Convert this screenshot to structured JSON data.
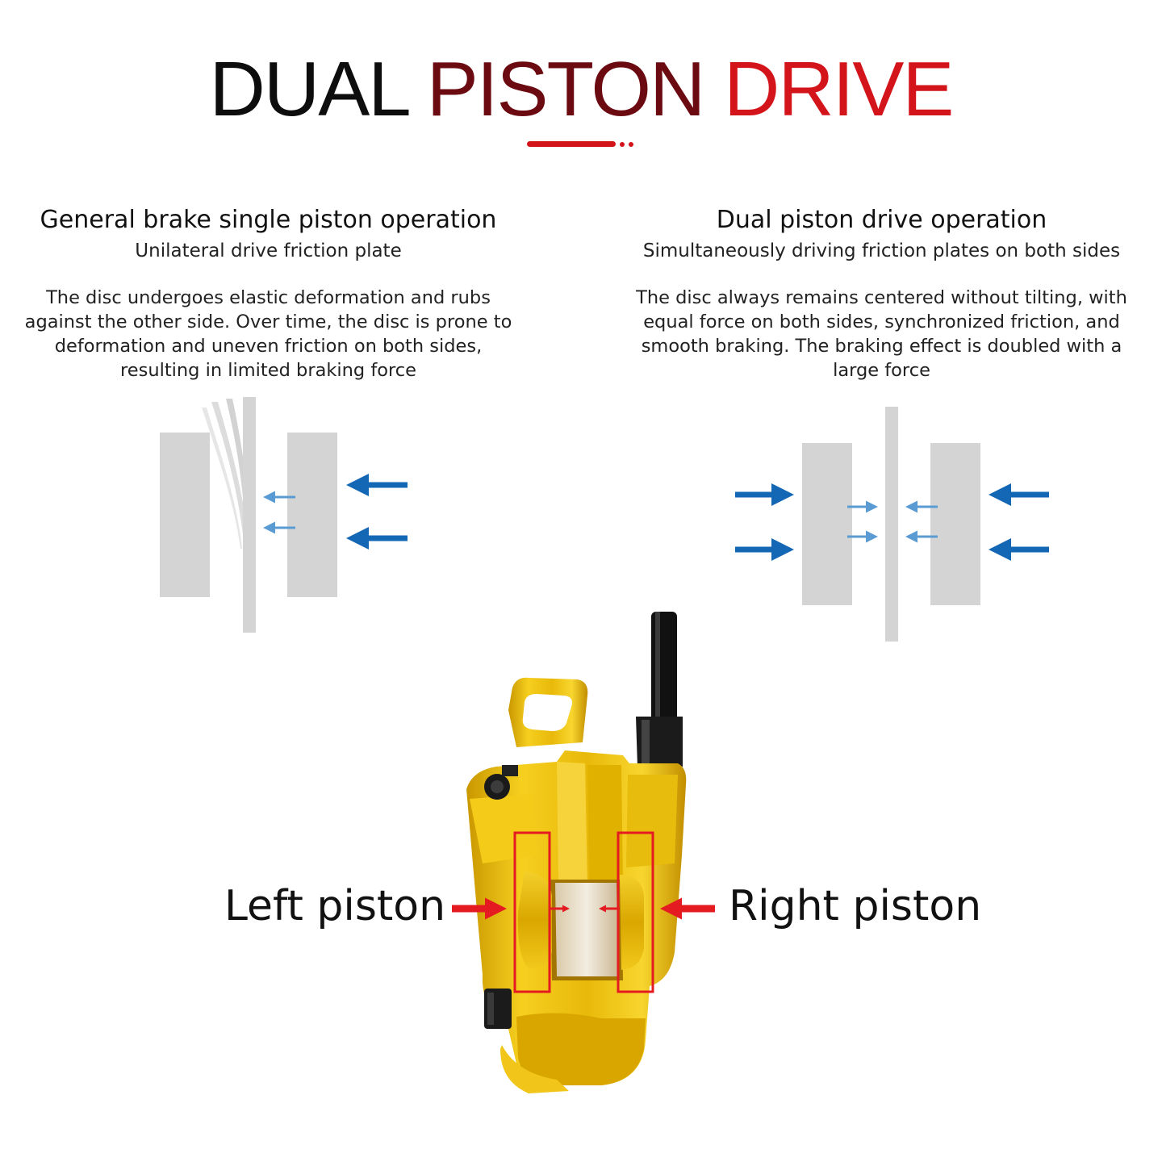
{
  "title": {
    "part1": "DUAL",
    "part2": "PISTON",
    "part3": "DRIVE"
  },
  "left_panel": {
    "heading": "General brake single piston operation",
    "subheading": "Unilateral drive friction plate",
    "description": "The disc undergoes elastic deformation and rubs against the other side. Over time, the disc is prone to deformation and uneven friction on both sides, resulting in limited braking force"
  },
  "right_panel": {
    "heading": "Dual piston drive operation",
    "subheading": "Simultaneously driving friction plates on both sides",
    "description": "The disc always remains centered without tilting, with equal force on both sides, synchronized friction, and smooth braking. The braking effect is doubled with a large force"
  },
  "caliper": {
    "left_label": "Left piston",
    "right_label": "Right piston"
  },
  "colors": {
    "title_dark": "#0d0d0d",
    "title_mid": "#6b0a10",
    "accent_red": "#d4141b",
    "arrow_blue": "#1467b5",
    "arrow_light_blue": "#5b9bd3",
    "pad_gray": "#d4d4d4",
    "caliper_gold": "#e0b400"
  }
}
